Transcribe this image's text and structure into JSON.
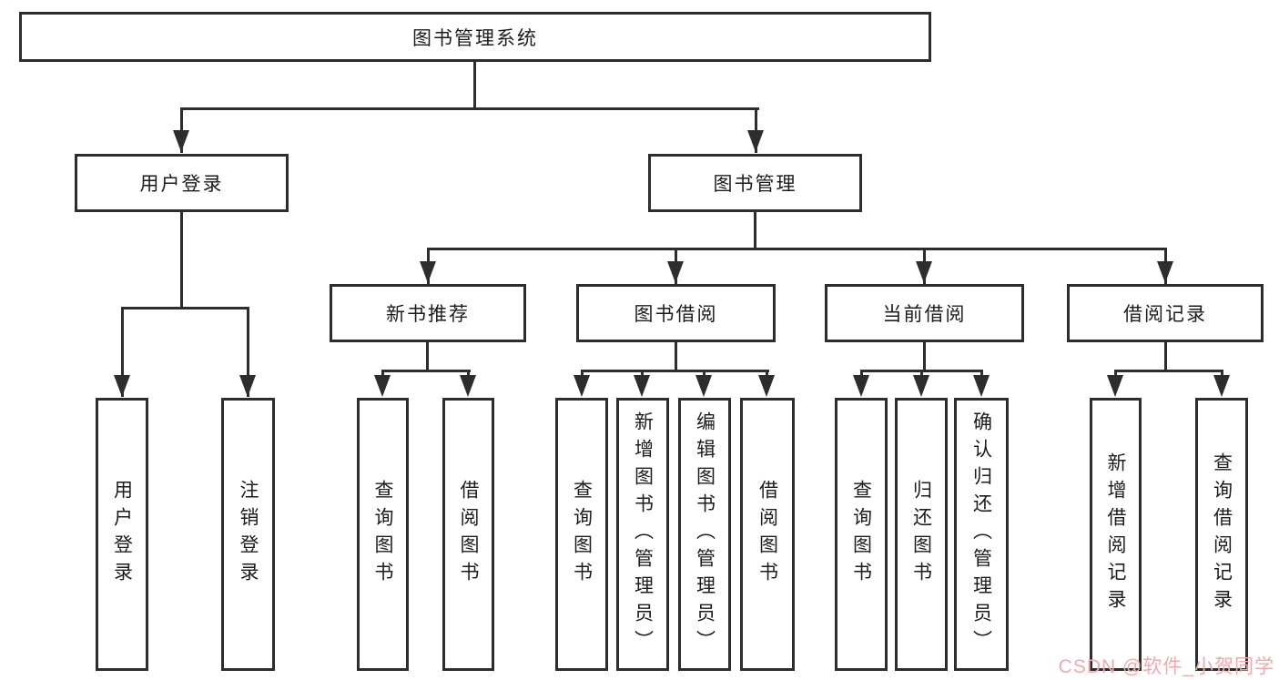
{
  "diagram_title": "图书管理系统",
  "colors": {
    "line": "#2d2d2d",
    "box_border": "#2d2d2d",
    "text": "#1c1c1c",
    "background": "#ffffff",
    "watermark": "#f2a9a9"
  },
  "labels": {
    "root": "图书管理系统",
    "user_login": "用户登录",
    "book_mgmt": "图书管理",
    "new_book_recommend": "新书推荐",
    "book_borrow": "图书借阅",
    "current_borrow": "当前借阅",
    "borrow_records": "借阅记录",
    "leaf_user_login": "用户登录",
    "leaf_logout": "注销登录",
    "leaf_recommend_query_book": "查询图书",
    "leaf_recommend_borrow_book": "借阅图书",
    "leaf_borrow_query_book": "查询图书",
    "leaf_borrow_add_book": "新增图书（管理员）",
    "leaf_borrow_edit_book": "编辑图书（管理员）",
    "leaf_borrow_borrow_book": "借阅图书",
    "leaf_current_query_book": "查询图书",
    "leaf_current_return_book": "归还图书",
    "leaf_current_confirm_return": "确认归还（管理员）",
    "leaf_records_add_record": "新增借阅记录",
    "leaf_records_query_record": "查询借阅记录"
  },
  "hierarchy": {
    "图书管理系统": {
      "用户登录": [
        "用户登录",
        "注销登录"
      ],
      "图书管理": {
        "新书推荐": [
          "查询图书",
          "借阅图书"
        ],
        "图书借阅": [
          "查询图书",
          "新增图书（管理员）",
          "编辑图书（管理员）",
          "借阅图书"
        ],
        "当前借阅": [
          "查询图书",
          "归还图书",
          "确认归还（管理员）"
        ],
        "借阅记录": [
          "新增借阅记录",
          "查询借阅记录"
        ]
      }
    }
  },
  "watermark": {
    "text": "CSDN @软件_小贺同学"
  }
}
